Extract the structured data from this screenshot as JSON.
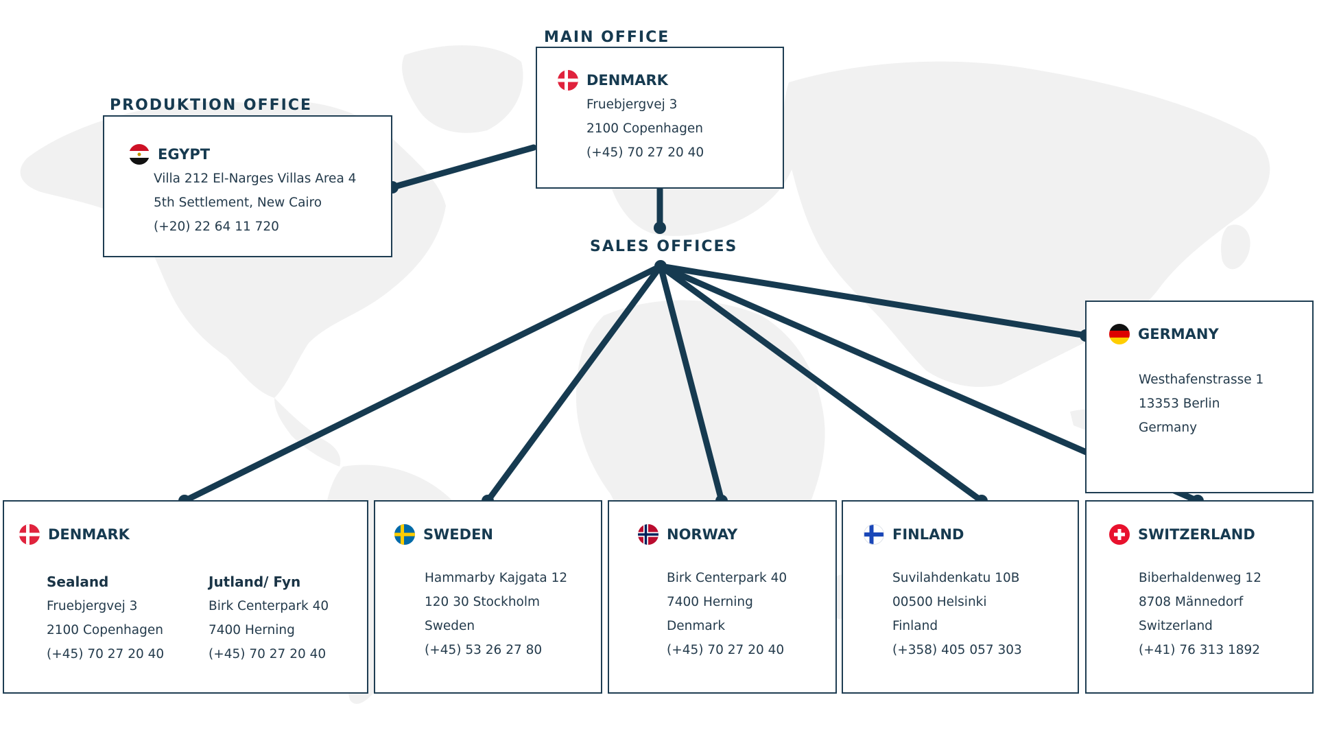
{
  "sections": {
    "main_office": "MAIN OFFICE",
    "production_office": "PRODUKTION OFFICE",
    "sales_offices": "SALES OFFICES"
  },
  "colors": {
    "primary": "#163a50",
    "line": "#163a50",
    "map": "#f2f2f2"
  },
  "main_office": {
    "country": "DENMARK",
    "flag": "denmark-flag-icon",
    "lines": [
      "Fruebjergvej 3",
      "2100 Copenhagen",
      "(+45) 70 27 20 40"
    ]
  },
  "production_office": {
    "country": "EGYPT",
    "flag": "egypt-flag-icon",
    "lines": [
      "Villa 212 El-Narges Villas Area 4",
      "5th Settlement, New Cairo",
      "(+20) 22 64 11 720"
    ]
  },
  "sales": {
    "germany": {
      "country": "GERMANY",
      "flag": "germany-flag-icon",
      "lines": [
        "Westhafenstrasse 1",
        "13353 Berlin",
        "Germany"
      ]
    },
    "denmark": {
      "country": "DENMARK",
      "flag": "denmark-flag-icon",
      "regions": [
        {
          "name": "Sealand",
          "lines": [
            "Fruebjergvej 3",
            "2100 Copenhagen",
            "(+45) 70 27 20 40"
          ]
        },
        {
          "name": "Jutland/ Fyn",
          "lines": [
            "Birk Centerpark 40",
            "7400 Herning",
            "(+45) 70 27 20 40"
          ]
        }
      ]
    },
    "sweden": {
      "country": "SWEDEN",
      "flag": "sweden-flag-icon",
      "lines": [
        "Hammarby Kajgata 12",
        "120 30 Stockholm",
        "Sweden",
        "(+45) 53 26 27 80"
      ]
    },
    "norway": {
      "country": "NORWAY",
      "flag": "norway-flag-icon",
      "lines": [
        "Birk Centerpark 40",
        "7400 Herning",
        "Denmark",
        "(+45) 70 27 20 40"
      ]
    },
    "finland": {
      "country": "FINLAND",
      "flag": "finland-flag-icon",
      "lines": [
        "Suvilahdenkatu 10B",
        "00500 Helsinki",
        "Finland",
        "(+358) 405 057 303"
      ]
    },
    "switzerland": {
      "country": "SWITZERLAND",
      "flag": "switzerland-flag-icon",
      "lines": [
        "Biberhaldenweg 12",
        "8708 Männedorf",
        "Switzerland",
        "(+41) 76 313 1892"
      ]
    }
  }
}
